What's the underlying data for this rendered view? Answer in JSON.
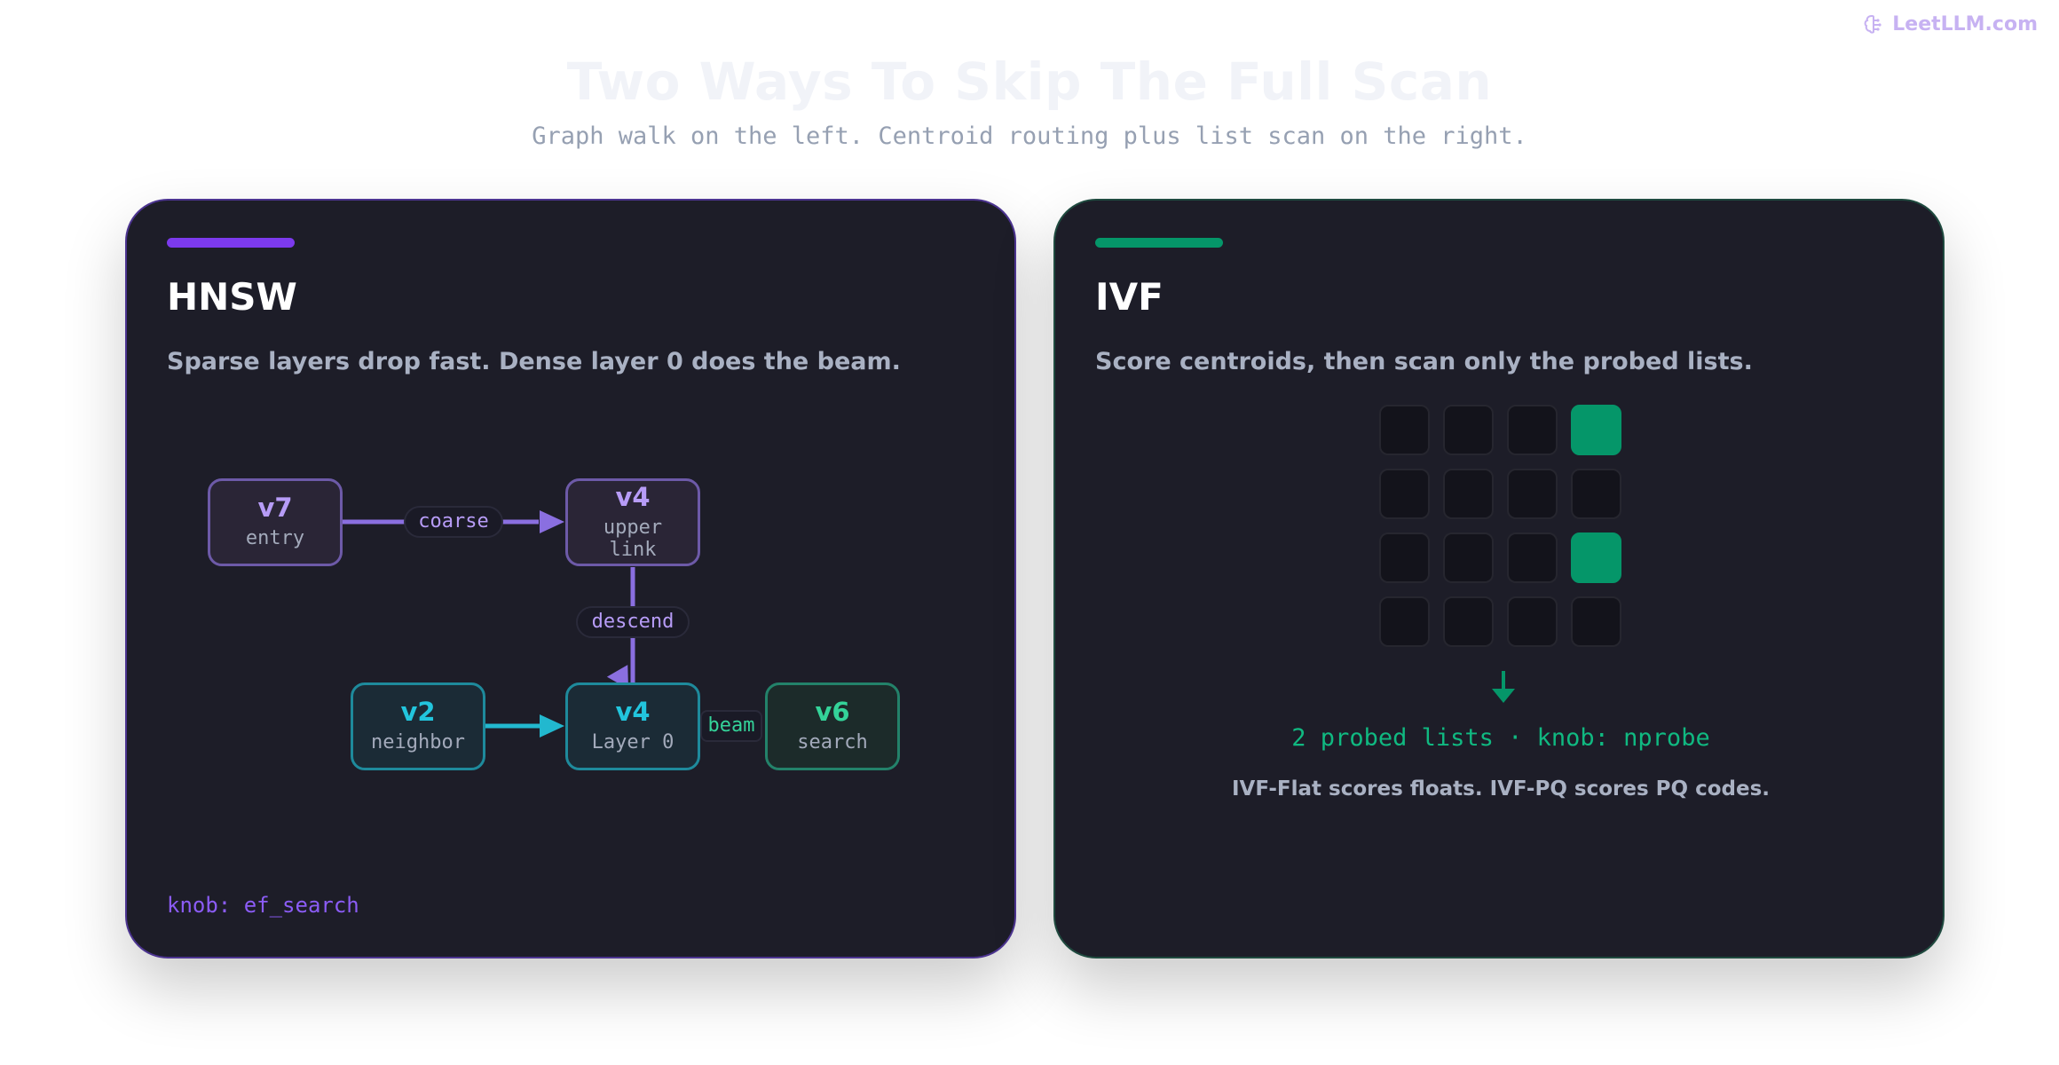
{
  "brand": {
    "name": "LeetLLM.com",
    "icon": "brain-icon"
  },
  "header": {
    "title": "Two Ways To Skip The Full Scan",
    "subtitle": "Graph walk on the left. Centroid routing plus list scan on the right."
  },
  "hnsw": {
    "title": "HNSW",
    "description": "Sparse layers drop fast. Dense layer 0 does the beam.",
    "accent": "#7c3aed",
    "nodes": [
      {
        "id": "v7",
        "label": "entry"
      },
      {
        "id": "v4",
        "label": "upper\nlink"
      },
      {
        "id": "v2",
        "label": "neighbor"
      },
      {
        "id": "v4",
        "label": "Layer 0"
      },
      {
        "id": "v6",
        "label": "search"
      }
    ],
    "edges": [
      {
        "from": "v7",
        "to": "v4 upper",
        "label": "coarse"
      },
      {
        "from": "v4 upper",
        "to": "v4 Layer 0",
        "label": "descend"
      },
      {
        "from": "v2",
        "to": "v4 Layer 0",
        "label": ""
      },
      {
        "from": "v4 Layer 0",
        "to": "v6",
        "label": "beam"
      }
    ],
    "knob": "knob: ef_search"
  },
  "ivf": {
    "title": "IVF",
    "description": "Score centroids, then scan only the probed lists.",
    "accent": "#059669",
    "grid": [
      [
        false,
        false,
        false,
        true
      ],
      [
        false,
        false,
        false,
        false
      ],
      [
        false,
        false,
        false,
        true
      ],
      [
        false,
        false,
        false,
        false
      ]
    ],
    "stat": "2 probed lists · knob: nprobe",
    "note": "IVF-Flat scores floats. IVF-PQ scores PQ codes."
  }
}
